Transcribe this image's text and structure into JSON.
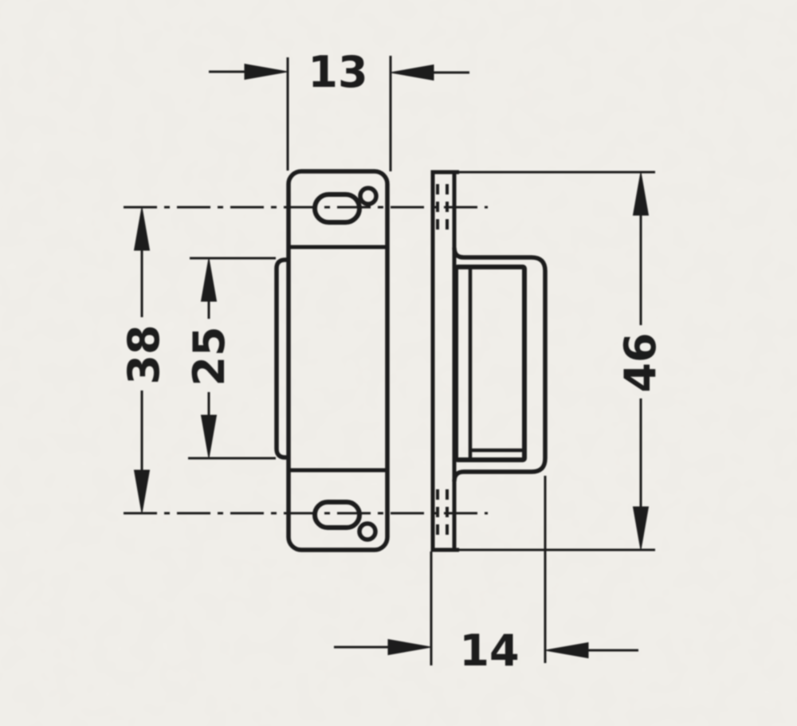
{
  "drawing": {
    "title": "magnetic-catch-dimensioned-drawing",
    "line_color": "#1c1c1c",
    "background_color": "#f1efea",
    "dimensions": {
      "plate_width": "13",
      "hole_spacing": "38",
      "body_height": "25",
      "plate_height": "46",
      "depth": "14"
    }
  }
}
